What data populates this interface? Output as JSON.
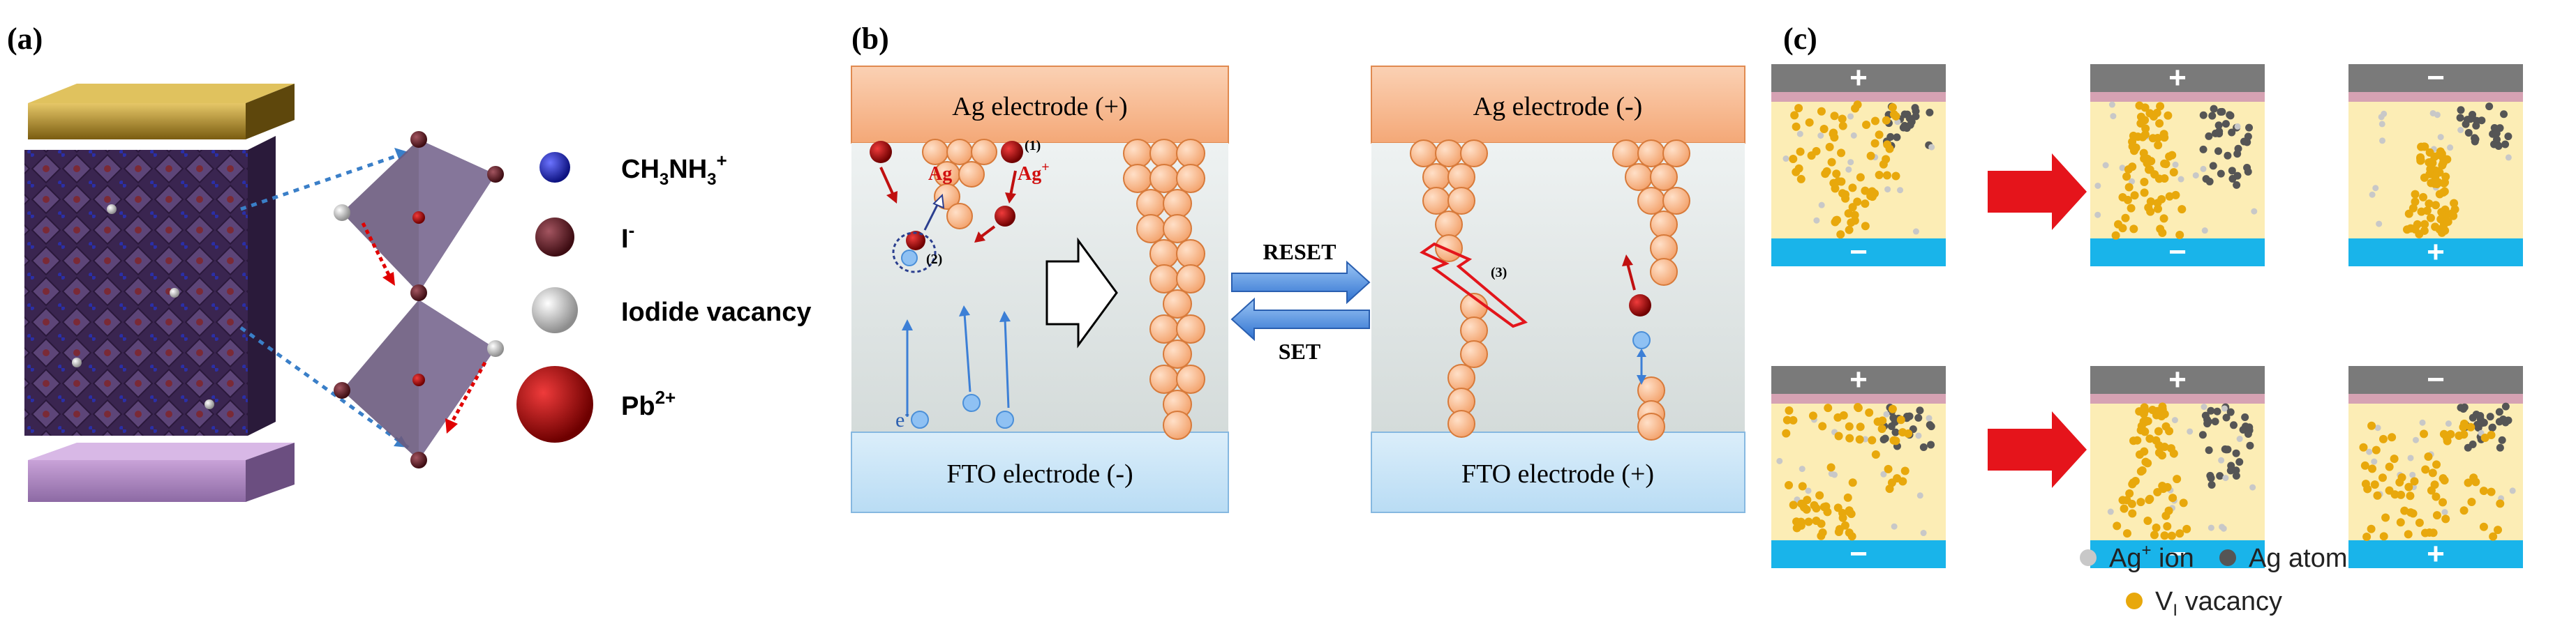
{
  "panels": {
    "a": {
      "label": "(a)",
      "legend": [
        {
          "main": "CH",
          "sub1": "3",
          "mid": "NH",
          "sub2": "3",
          "sup": "+",
          "color": "#1a1f9e",
          "icon": "blue-sphere-icon"
        },
        {
          "main": "I",
          "sup": "-",
          "color": "#5c1c24",
          "icon": "maroon-sphere-icon"
        },
        {
          "main": "Iodide vacancy",
          "color": "#c8c8c8",
          "icon": "gray-sphere-icon"
        },
        {
          "main": "Pb",
          "sup": "2+",
          "color": "#b00d0d",
          "icon": "red-sphere-icon"
        }
      ]
    },
    "b": {
      "label": "(b)",
      "left_top": "Ag electrode (+)",
      "left_bottom": "FTO electrode (-)",
      "right_top": "Ag electrode (-)",
      "right_bottom": "FTO electrode (+)",
      "ag_label": "Ag",
      "ag_ion_label": "Ag",
      "ag_ion_sup": "+",
      "step1": "(1)",
      "step2": "(2)",
      "step3": "(3)",
      "electron": "e",
      "electron_sup": "-",
      "reset": "RESET",
      "set": "SET"
    },
    "c": {
      "label": "(c)",
      "plus": "+",
      "minus": "−",
      "legend": {
        "ag_ion": "Ag",
        "ag_ion_sup": "+",
        "ag_ion_suffix": " ion",
        "ag_atom": "Ag atom",
        "vacancy": "V",
        "vacancy_sub": "I",
        "vacancy_suffix": " vacancy"
      }
    }
  },
  "colors": {
    "electrode_top": "#f6b285",
    "electrode_bottom": "#cfe6f7",
    "filament": "#f7b27f",
    "vacancy": "#e8a80c",
    "cell_bg": "#fcedb5",
    "cell_pink": "#d6a2b3",
    "cell_gray": "#7a7a7a",
    "cell_blue": "#19b4ea",
    "arrow_red": "#e5141b",
    "arrow_blue": "#3c7fd6"
  }
}
